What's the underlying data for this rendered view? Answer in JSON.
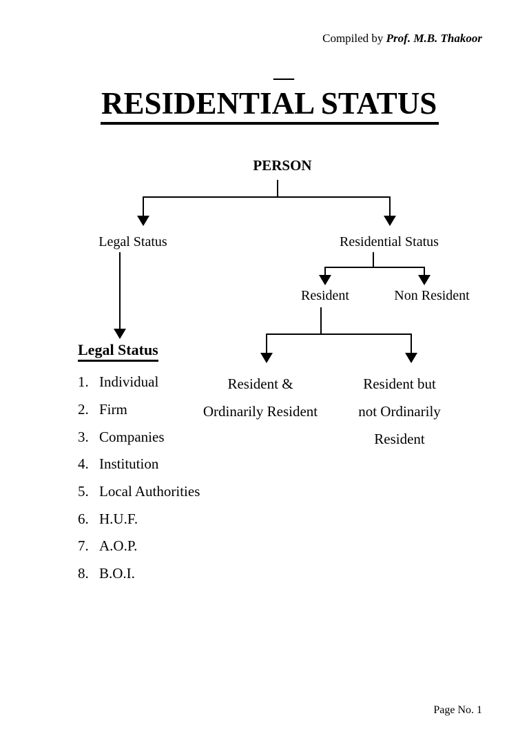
{
  "header": {
    "prefix": "Compiled by ",
    "author": "Prof. M.B. Thakoor",
    "stray_mark": "—"
  },
  "title": "RESIDENTIAL STATUS",
  "diagram": {
    "root": "PERSON",
    "branch_left": "Legal Status",
    "branch_right": "Residential Status",
    "resident": "Resident",
    "non_resident": "Non Resident",
    "resident_ordinarily": [
      "Resident &",
      "Ordinarily Resident"
    ],
    "resident_not_ordinarily": [
      "Resident but",
      "not Ordinarily",
      "Resident"
    ]
  },
  "legal_status": {
    "heading": "Legal Status",
    "items": [
      {
        "num": "1.",
        "label": "Individual"
      },
      {
        "num": "2.",
        "label": "Firm"
      },
      {
        "num": "3.",
        "label": "Companies"
      },
      {
        "num": "4.",
        "label": "Institution"
      },
      {
        "num": "5.",
        "label": "Local Authorities"
      },
      {
        "num": "6.",
        "label": "H.U.F."
      },
      {
        "num": "7.",
        "label": "A.O.P."
      },
      {
        "num": "8.",
        "label": "B.O.I."
      }
    ]
  },
  "footer": {
    "page_label": "Page No. 1"
  },
  "colors": {
    "ink": "#000000",
    "paper": "#ffffff"
  }
}
